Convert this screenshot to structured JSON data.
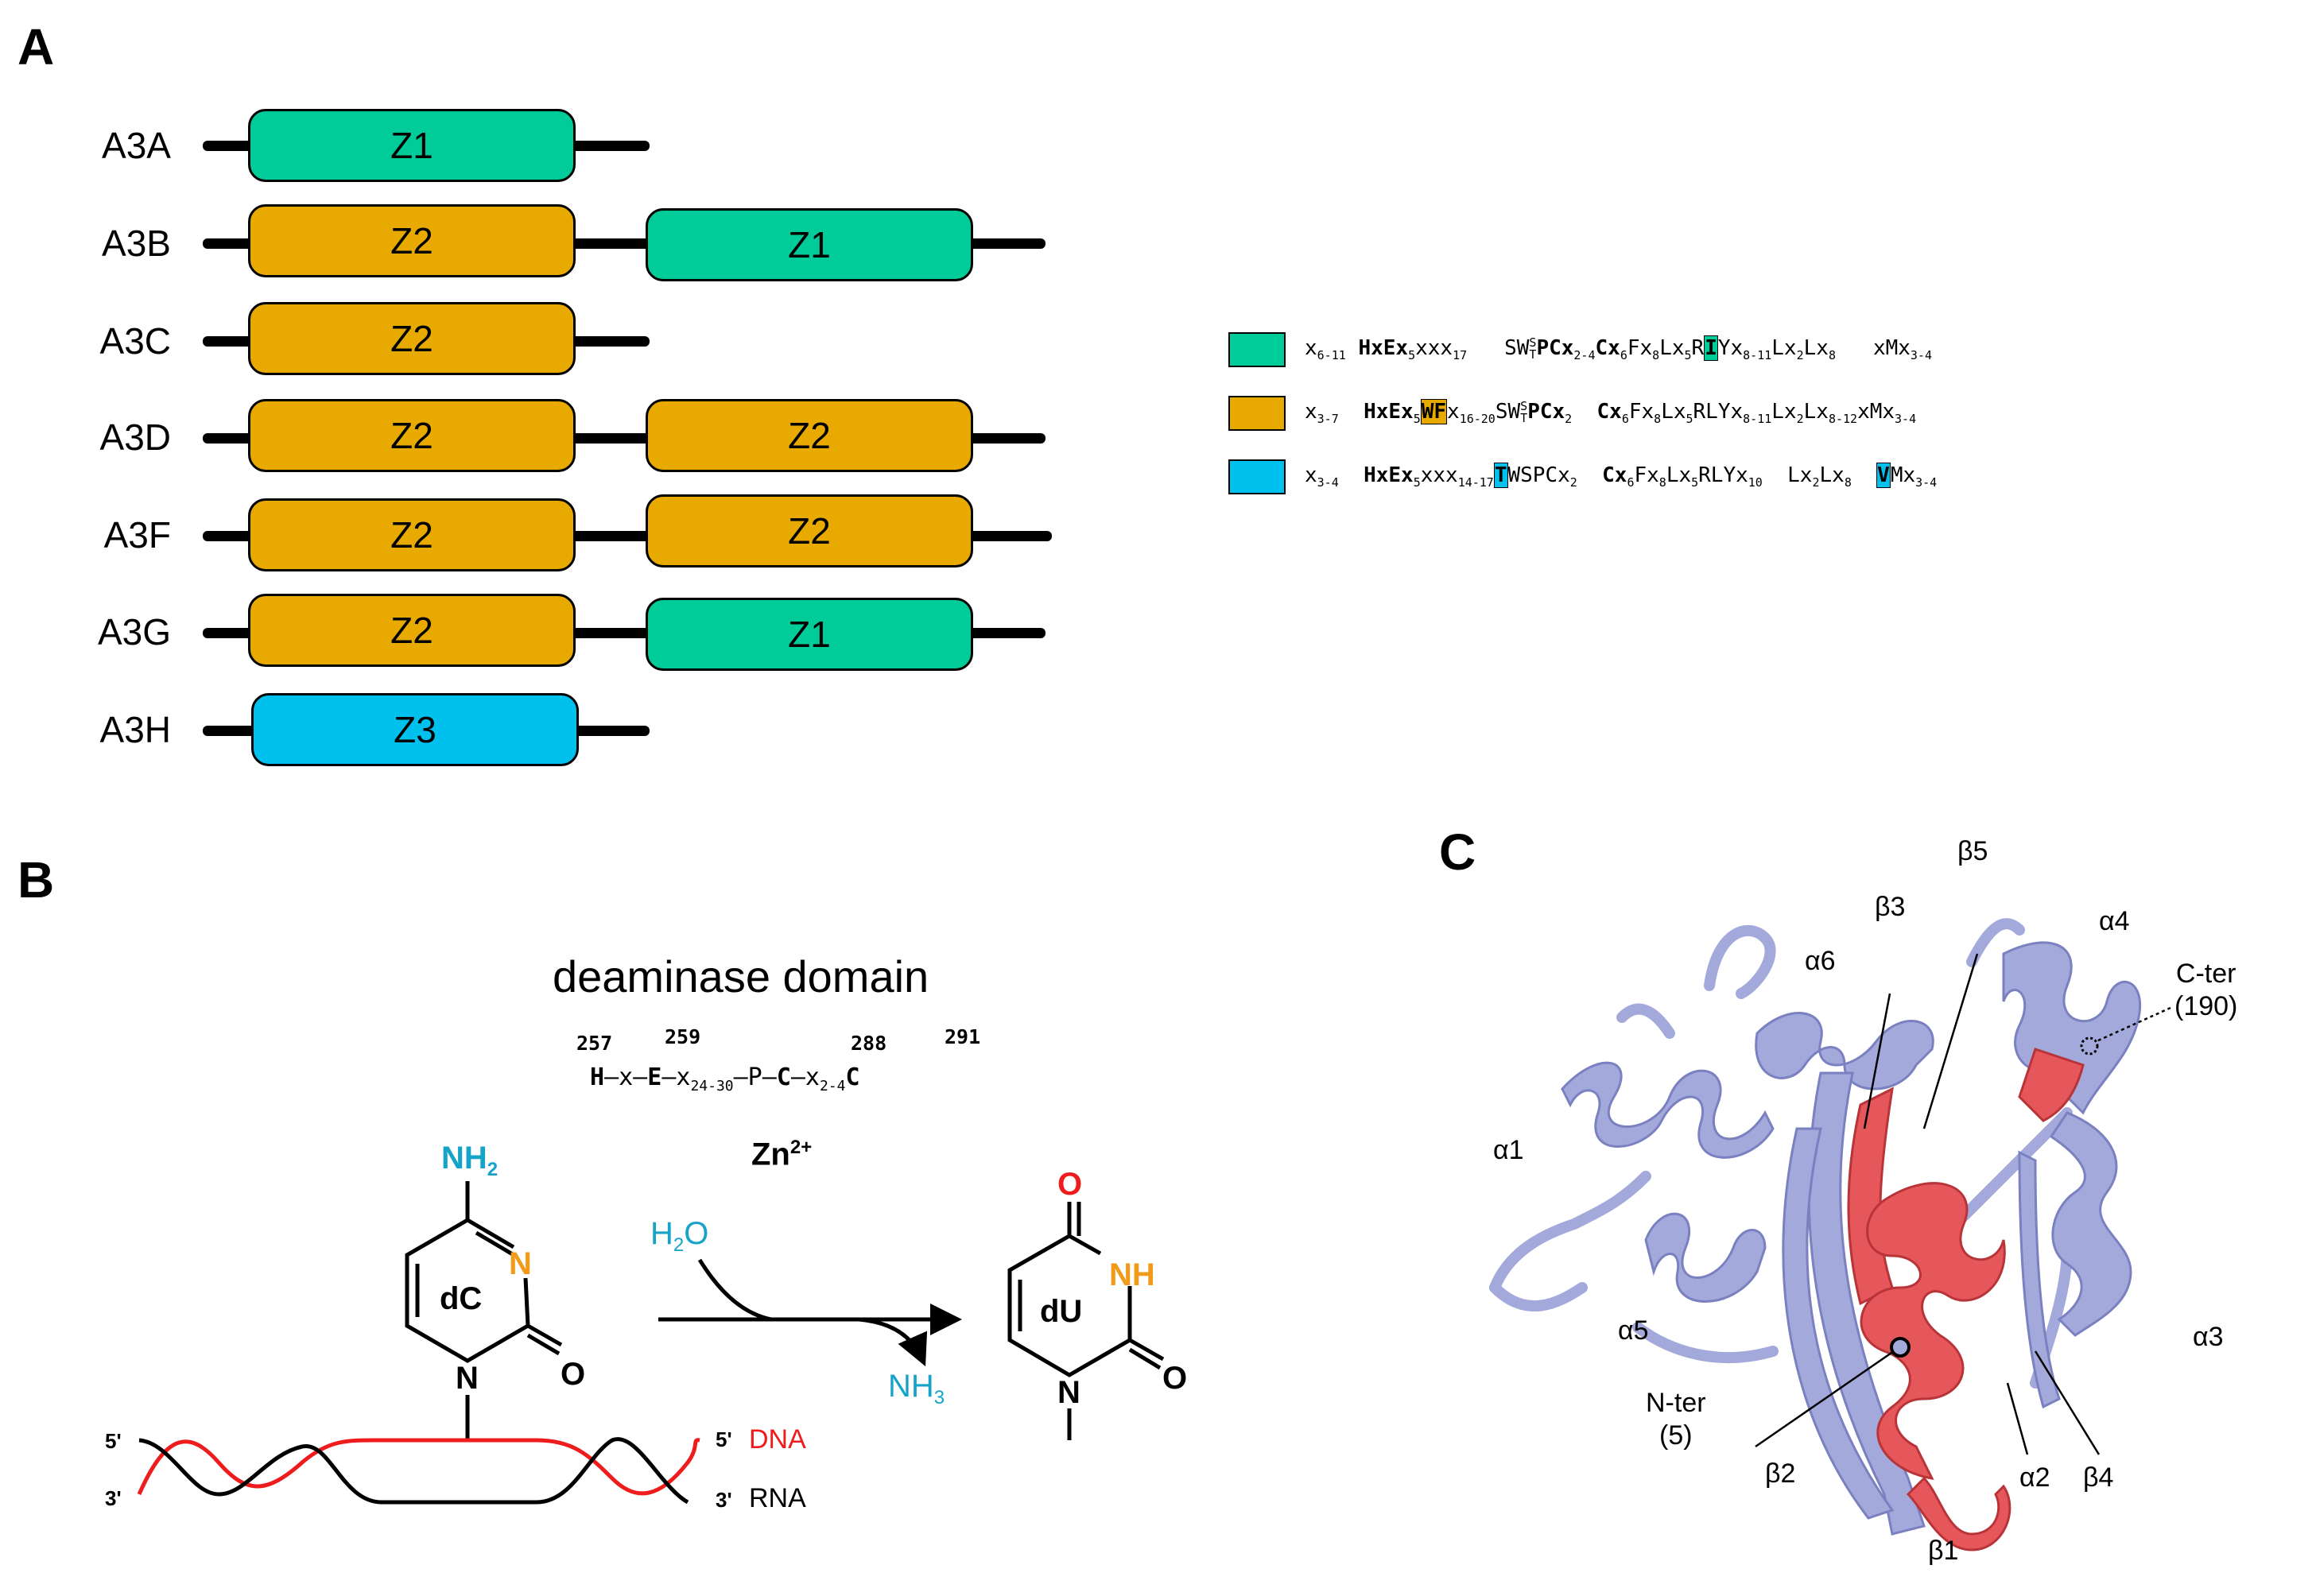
{
  "panels": {
    "a": "A",
    "b": "B",
    "c": "C"
  },
  "colors": {
    "z1": "#00CC99",
    "z2": "#E8A900",
    "z3": "#00C0EE",
    "helix_blue": "#A4A9DB",
    "helix_red": "#E5575B",
    "dna": "#EE1C1C",
    "nh2": "#16A3C8",
    "n_orange": "#F29A1A",
    "o_red": "#EE1C1C"
  },
  "proteins": [
    {
      "name": "A3A",
      "domains": [
        "Z1"
      ]
    },
    {
      "name": "A3B",
      "domains": [
        "Z2",
        "Z1"
      ]
    },
    {
      "name": "A3C",
      "domains": [
        "Z2"
      ]
    },
    {
      "name": "A3D",
      "domains": [
        "Z2",
        "Z2"
      ]
    },
    {
      "name": "A3F",
      "domains": [
        "Z2",
        "Z2"
      ]
    },
    {
      "name": "A3G",
      "domains": [
        "Z2",
        "Z1"
      ]
    },
    {
      "name": "A3H",
      "domains": [
        "Z3"
      ]
    }
  ],
  "motifs": {
    "z1": {
      "p1": "x",
      "s1": "6-11",
      "p2": "HxEx",
      "s2": "5",
      "p3": "xxx",
      "s3": "17",
      "p4": "SW",
      "sup": "S",
      "sub": "T",
      "p5": "PCx",
      "s5": "2-4",
      "p6": "Cx",
      "s6": "6",
      "p7": "Fx",
      "s7": "8",
      "p8": "Lx",
      "s8": "5",
      "p9": "R",
      "hl": "I",
      "p10": "Yx",
      "s10": "8-11",
      "p11": "Lx",
      "s11": "2",
      "p12": "Lx",
      "s12": "8",
      "p13": "xMx",
      "s13": "3-4"
    },
    "z2": {
      "p1": "x",
      "s1": "3-7",
      "p2": "HxEx",
      "s2": "5",
      "hl": "WF",
      "p3": "x",
      "s3": "16-20",
      "p4": "SW",
      "sup": "S",
      "sub": "T",
      "p5": "PCx",
      "s5": "2",
      "p6": "Cx",
      "s6": "6",
      "p7": "Fx",
      "s7": "8",
      "p8": "Lx",
      "s8": "5",
      "p9": "RLYx",
      "s9": "8-11",
      "p10": "Lx",
      "s10": "2",
      "p11": "Lx",
      "s11": "8-12",
      "p12": "xMx",
      "s12": "3-4"
    },
    "z3": {
      "p1": "x",
      "s1": "3-4",
      "p2": "HxEx",
      "s2": "5",
      "p3": "xxx",
      "s3": "14-17",
      "hl1": "T",
      "p4": "WSPCx",
      "s4": "2",
      "p5": "Cx",
      "s5": "6",
      "p6": "Fx",
      "s6": "8",
      "p7": "Lx",
      "s7": "5",
      "p8": "RLYx",
      "s8": "10",
      "p9": "Lx",
      "s9": "2",
      "p10": "Lx",
      "s10": "8",
      "hl2": "V",
      "p11": "Mx",
      "s11": "3-4"
    }
  },
  "panel_b": {
    "title": "deaminase domain",
    "pos": [
      "257",
      "259",
      "288",
      "291"
    ],
    "motif": {
      "h": "H",
      "d1": "–x–",
      "e": "E",
      "d2": "–x",
      "s1": "24-30",
      "d3": "–P–",
      "c1": "C",
      "d4": "–x",
      "s2": "2-4",
      "c2": "C"
    },
    "zn": "Zn",
    "zn_sup": "2+",
    "h2o_h": "H",
    "h2o_sub": "2",
    "h2o_o": "O",
    "nh3": "NH",
    "nh3_sub": "3",
    "nh2": "NH",
    "nh2_sub": "2",
    "n_ring": "N",
    "n1": "N",
    "n2": "N",
    "o1": "O",
    "o2": "O",
    "o3": "O",
    "nh_ring": "NH",
    "dc": "dC",
    "du": "dU",
    "five": "5'",
    "three": "3'",
    "five_r": "5'",
    "three_r": "3'",
    "dna": "DNA",
    "rna": "RNA"
  },
  "panel_c": {
    "labels": {
      "a1": "α1",
      "a2": "α2",
      "a3": "α3",
      "a4": "α4",
      "a5": "α5",
      "a6": "α6",
      "b1": "β1",
      "b2": "β2",
      "b3": "β3",
      "b4": "β4",
      "b5": "β5",
      "cter": "C-ter",
      "cter_n": "(190)",
      "nter": "N-ter",
      "nter_n": "(5)"
    }
  }
}
